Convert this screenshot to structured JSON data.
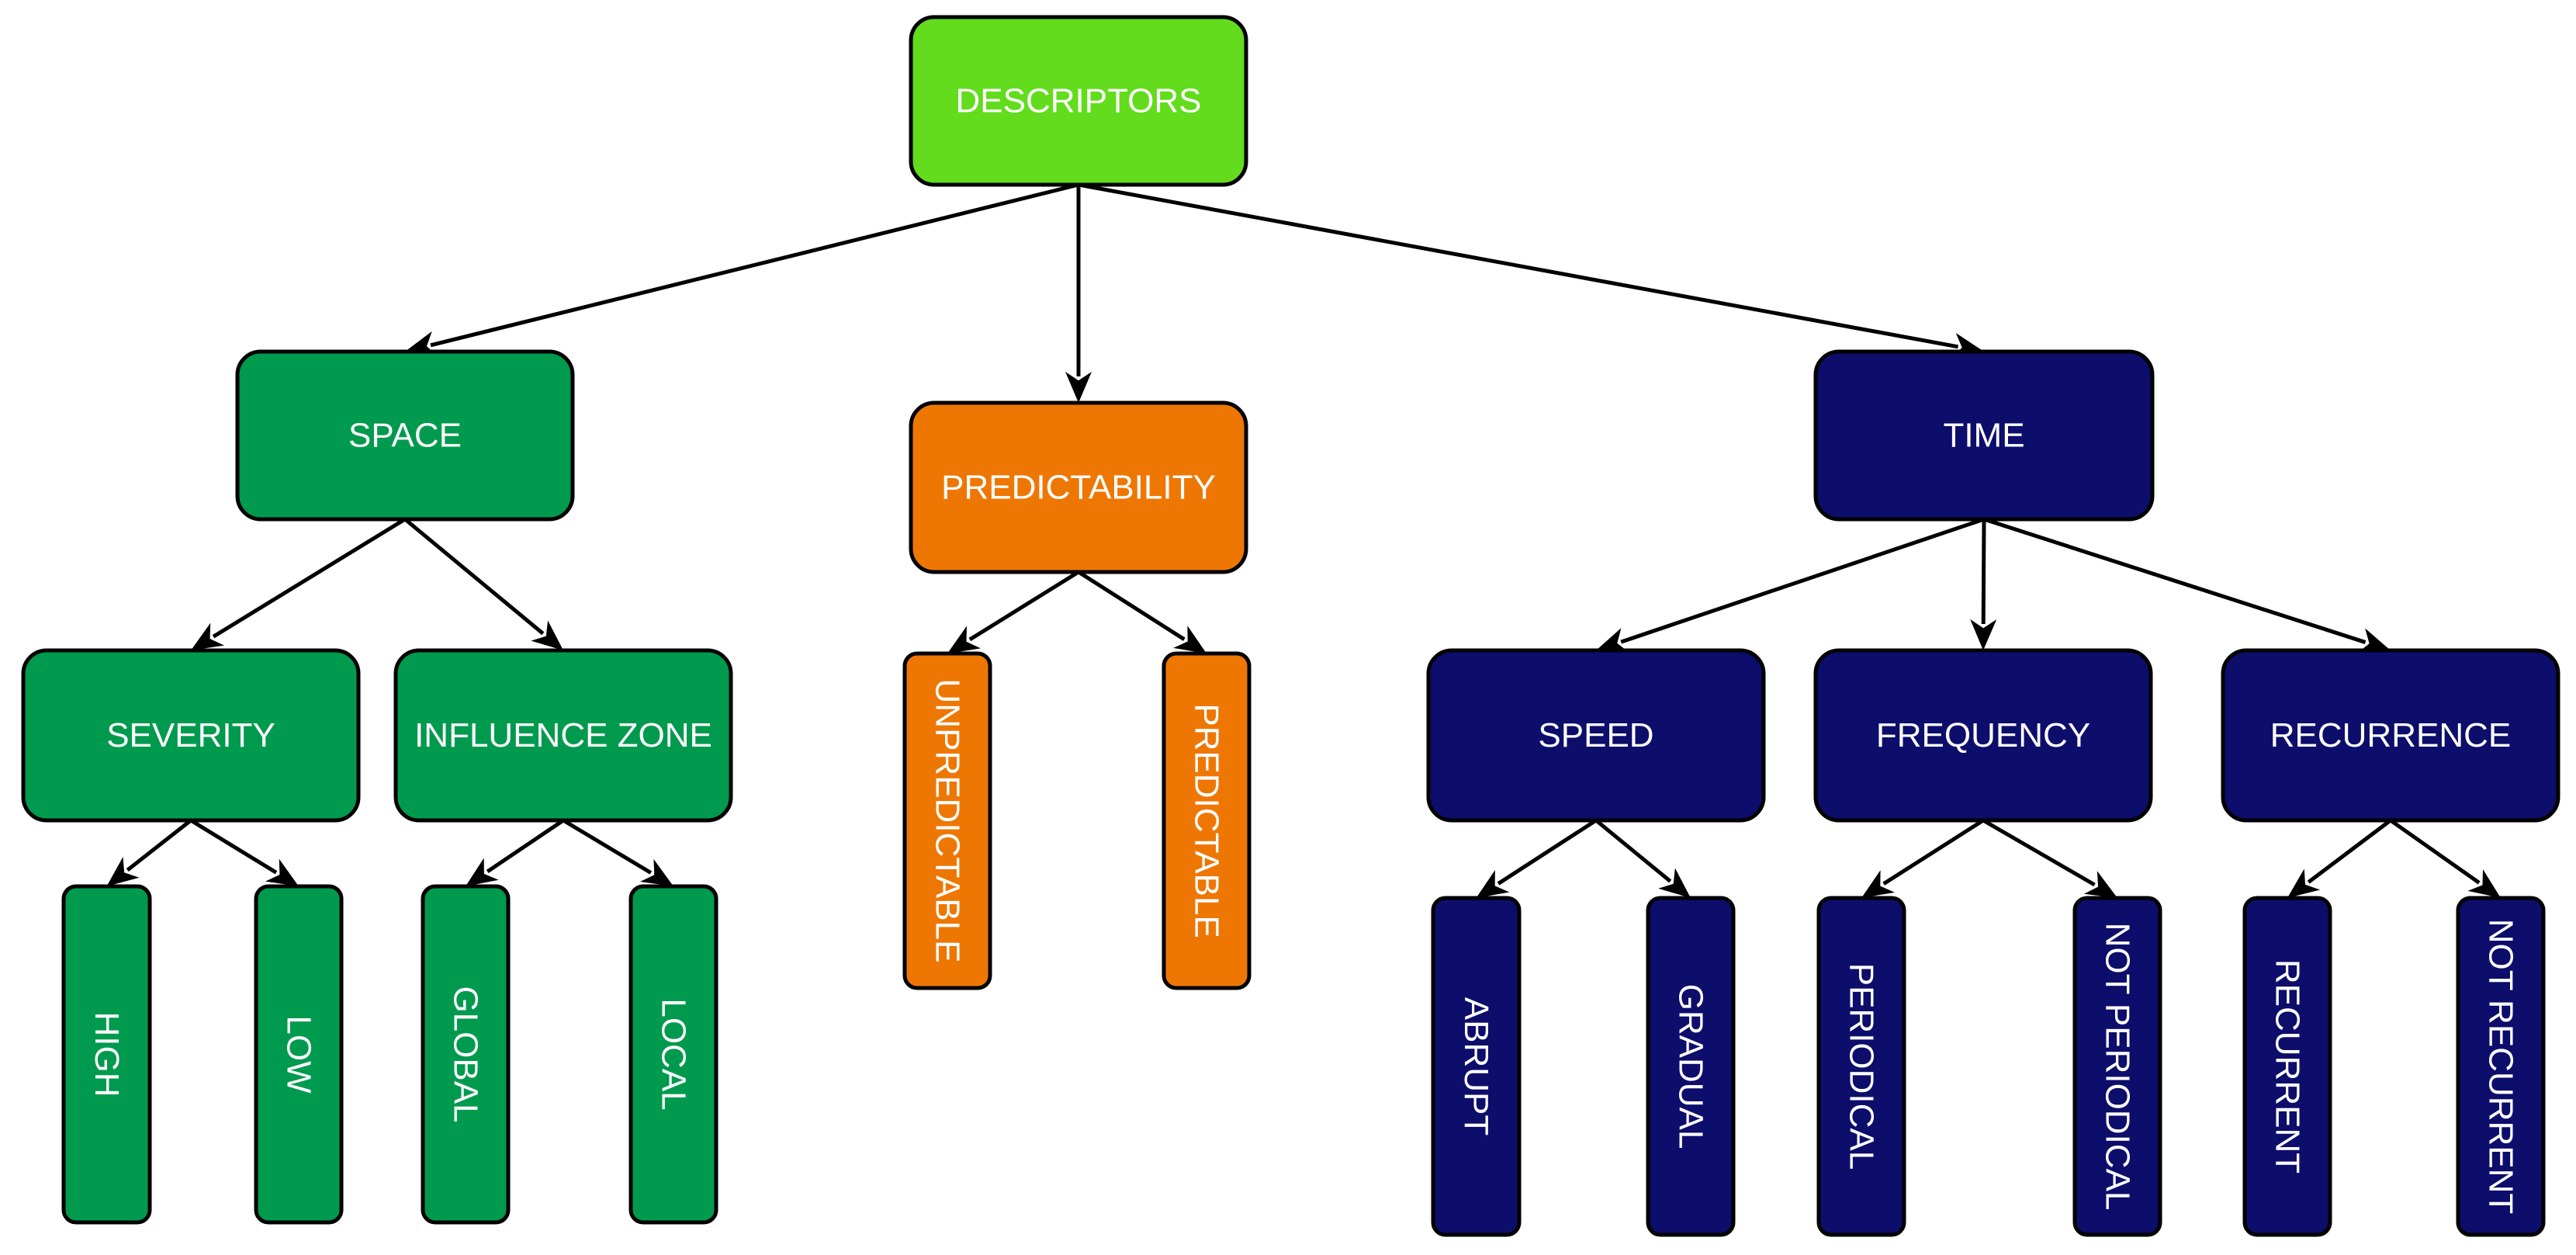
{
  "colors": {
    "root": "#62dc1c",
    "space": "#009a4e",
    "predictability": "#ee7704",
    "time": "#0d0d6b",
    "stroke": "#000000",
    "text": "#ffffff"
  },
  "nodes": {
    "descriptors": {
      "label": "DESCRIPTORS",
      "color": "root"
    },
    "space": {
      "label": "SPACE",
      "color": "space"
    },
    "predictability": {
      "label": "PREDICTABILITY",
      "color": "predictability"
    },
    "time": {
      "label": "TIME",
      "color": "time"
    },
    "severity": {
      "label": "SEVERITY",
      "color": "space"
    },
    "influence_zone": {
      "label": "INFLUENCE ZONE",
      "color": "space"
    },
    "speed": {
      "label": "SPEED",
      "color": "time"
    },
    "frequency": {
      "label": "FREQUENCY",
      "color": "time"
    },
    "recurrence": {
      "label": "RECURRENCE",
      "color": "time"
    },
    "high": {
      "label": "HIGH",
      "color": "space"
    },
    "low": {
      "label": "LOW",
      "color": "space"
    },
    "global": {
      "label": "GLOBAL",
      "color": "space"
    },
    "local": {
      "label": "LOCAL",
      "color": "space"
    },
    "unpredictable": {
      "label": "UNPREDICTABLE",
      "color": "predictability"
    },
    "predictable": {
      "label": "PREDICTABLE",
      "color": "predictability"
    },
    "abrupt": {
      "label": "ABRUPT",
      "color": "time"
    },
    "gradual": {
      "label": "GRADUAL",
      "color": "time"
    },
    "periodical": {
      "label": "PERIODICAL",
      "color": "time"
    },
    "not_periodical": {
      "label": "NOT PERIODICAL",
      "color": "time"
    },
    "recurrent": {
      "label": "RECURRENT",
      "color": "time"
    },
    "not_recurrent": {
      "label": "NOT RECURRENT",
      "color": "time"
    }
  },
  "edges": [
    [
      "descriptors",
      "space"
    ],
    [
      "descriptors",
      "predictability"
    ],
    [
      "descriptors",
      "time"
    ],
    [
      "space",
      "severity"
    ],
    [
      "space",
      "influence_zone"
    ],
    [
      "predictability",
      "unpredictable"
    ],
    [
      "predictability",
      "predictable"
    ],
    [
      "time",
      "speed"
    ],
    [
      "time",
      "frequency"
    ],
    [
      "time",
      "recurrence"
    ],
    [
      "severity",
      "high"
    ],
    [
      "severity",
      "low"
    ],
    [
      "influence_zone",
      "global"
    ],
    [
      "influence_zone",
      "local"
    ],
    [
      "speed",
      "abrupt"
    ],
    [
      "speed",
      "gradual"
    ],
    [
      "frequency",
      "periodical"
    ],
    [
      "frequency",
      "not_periodical"
    ],
    [
      "recurrence",
      "recurrent"
    ],
    [
      "recurrence",
      "not_recurrent"
    ]
  ]
}
